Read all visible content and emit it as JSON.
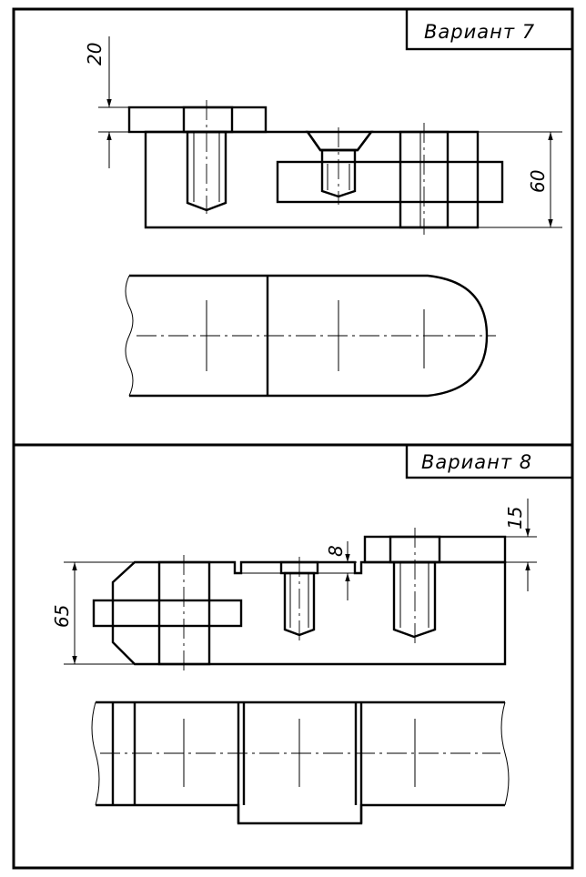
{
  "sheet": {
    "variant_7": {
      "title": "Вариант 7",
      "dimensions": {
        "top_plate_thickness": "20",
        "overall_height": "60"
      }
    },
    "variant_8": {
      "title": "Вариант 8",
      "dimensions": {
        "top_plate_thickness": "15",
        "recess_depth": "8",
        "overall_height": "65"
      }
    }
  }
}
